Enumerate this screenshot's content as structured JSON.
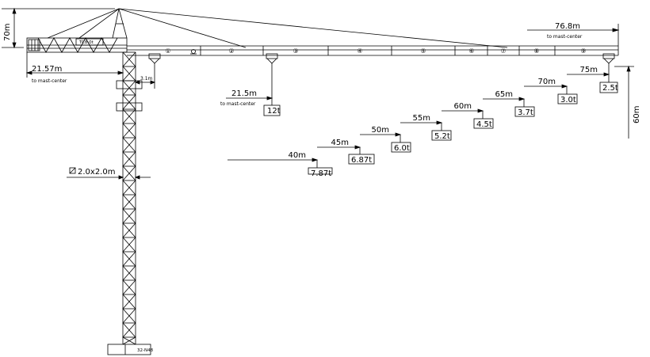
{
  "drawing": {
    "height_label": "70m",
    "under_hook_label": "60m",
    "tower_section_label": "2.0x2.0m",
    "base_label": "32-N48",
    "cab_label": "TC8.0t",
    "max_jib_label": "76.8m",
    "max_jib_sub": "to mast-center",
    "counter_jib_label": "21.57m",
    "counter_jib_sub": "to mast-center",
    "hook_offset_label": "3.1m",
    "max_load_radius_label": "21.5m",
    "max_load_radius_sub": "to mast-center",
    "max_load_label": "12t",
    "tip_load_label": "2.5t",
    "sections": [
      "①",
      "②",
      "③",
      "④",
      "⑤",
      "⑥",
      "⑦",
      "⑧",
      "⑨"
    ],
    "load_chart": [
      {
        "radius": "40m",
        "load": "7.87t"
      },
      {
        "radius": "45m",
        "load": "6.87t"
      },
      {
        "radius": "50m",
        "load": "6.0t"
      },
      {
        "radius": "55m",
        "load": "5.2t"
      },
      {
        "radius": "60m",
        "load": "4.5t"
      },
      {
        "radius": "65m",
        "load": "3.7t"
      },
      {
        "radius": "70m",
        "load": "3.0t"
      },
      {
        "radius": "75m",
        "load": ""
      }
    ]
  }
}
